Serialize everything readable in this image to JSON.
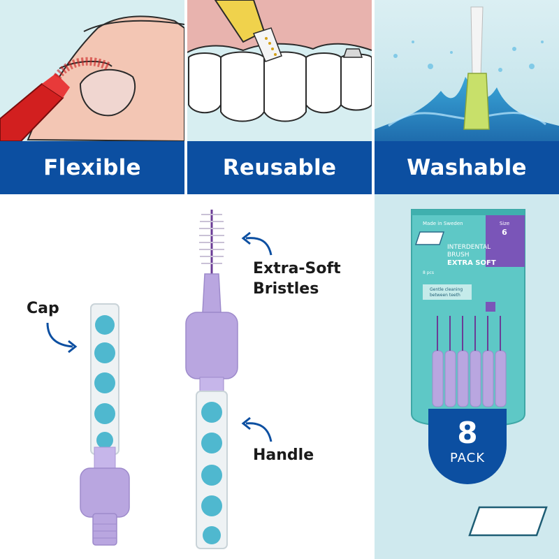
{
  "banners": [
    {
      "label": "Flexible"
    },
    {
      "label": "Reusable"
    },
    {
      "label": "Washable"
    }
  ],
  "callouts": {
    "cap": "Cap",
    "bristles_line1": "Extra-Soft",
    "bristles_line2": "Bristles",
    "handle": "Handle"
  },
  "package": {
    "made_in": "Made in Sweden",
    "size_label": "Size",
    "size_value": "6",
    "product_line1": "INTERDENTAL",
    "product_line2": "BRUSH",
    "product_line3": "EXTRA SOFT",
    "count_small": "8 pcs",
    "feature_line1": "Gentle cleaning",
    "feature_line2": "between teeth",
    "pack_count": "8",
    "pack_word": "PACK"
  },
  "colors": {
    "brand_blue": "#0c4fa1",
    "panel_bg": "#d7eef1",
    "package_teal": "#5ec8c6",
    "lavender": "#b9a6e0",
    "dot_teal": "#4fb8cf"
  },
  "icons": [
    "arrow-icon",
    "tepe-logo-icon"
  ]
}
